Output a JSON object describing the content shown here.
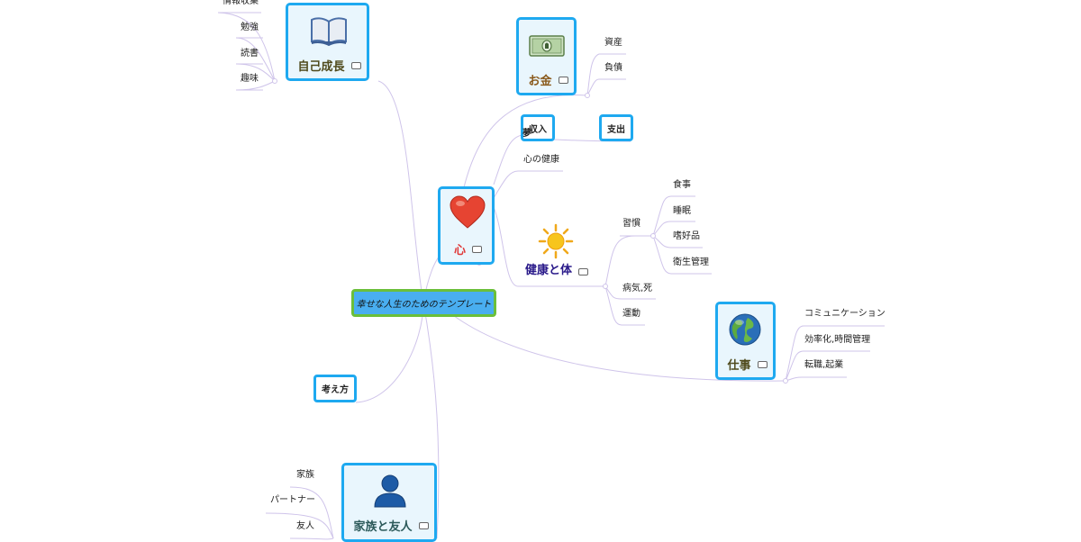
{
  "root": {
    "label": "幸せな人生のためのテンプレート"
  },
  "self_growth": {
    "title": "自己成長",
    "icon": "book-icon",
    "title_color": "#4f4a1c",
    "children": [
      "情報収集",
      "勉強",
      "読書",
      "趣味"
    ]
  },
  "money": {
    "title": "お金",
    "icon": "money-icon",
    "title_color": "#8a5a1c",
    "children": [
      "資産",
      "負債"
    ],
    "income": "収入",
    "expense": "支出"
  },
  "heart": {
    "title": "心",
    "icon": "heart-icon",
    "title_color": "#e03a3a",
    "children": [
      "夢",
      "心の健康"
    ]
  },
  "health": {
    "title": "健康と体",
    "icon": "sun-icon",
    "title_color": "#2a1a8a",
    "habits": {
      "label": "習慣",
      "children": [
        "食事",
        "睡眠",
        "嗜好品",
        "衛生管理"
      ]
    },
    "others": [
      "病気,死",
      "運動"
    ]
  },
  "work": {
    "title": "仕事",
    "icon": "globe-icon",
    "title_color": "#4f4a1c",
    "children": [
      "コミュニケーション",
      "効率化,時間管理",
      "転職,起業"
    ]
  },
  "thinking": {
    "label": "考え方"
  },
  "family": {
    "title": "家族と友人",
    "icon": "person-icon",
    "title_color": "#2c5a5a",
    "children": [
      "家族",
      "パートナー",
      "友人"
    ]
  },
  "colors": {
    "link": "#cfc4ea",
    "node_border": "#1ea9f0",
    "root_fill": "#49aef0",
    "root_border": "#6bbf3a"
  }
}
